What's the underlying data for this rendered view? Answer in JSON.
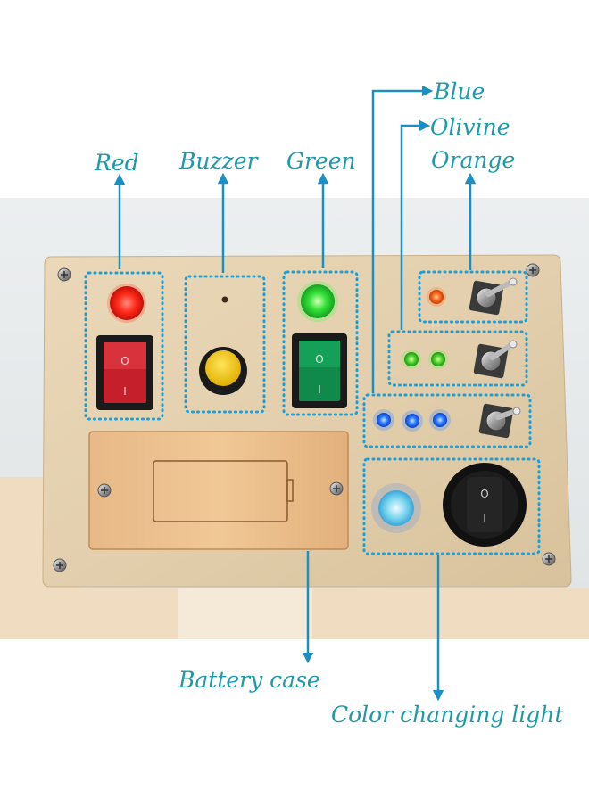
{
  "labels": {
    "red": "Red",
    "buzzer": "Buzzer",
    "green": "Green",
    "blue": "Blue",
    "olivine": "Olivine",
    "orange": "Orange",
    "battery_case": "Battery case",
    "color_changing_light": "Color changing light"
  },
  "switch_marks": {
    "off": "O",
    "on": "I"
  },
  "colors": {
    "label_text": "#1f9aa8",
    "arrow": "#1a8fc4",
    "board": "#e3cfad",
    "red_led": "#ff2a1a",
    "green_led": "#35e23a",
    "blue_led": "#2a7bff",
    "orange_led": "#ff6a1a",
    "red_switch": "#c41f2a",
    "green_switch": "#0f8a4a",
    "buzzer_button": "#f2c300",
    "color_changing_led": "#7fd8f0"
  },
  "icons": [
    "screw-icon",
    "toggle-switch-icon",
    "rocker-switch-icon",
    "round-rocker-switch-icon",
    "led-icon",
    "push-button-icon"
  ]
}
